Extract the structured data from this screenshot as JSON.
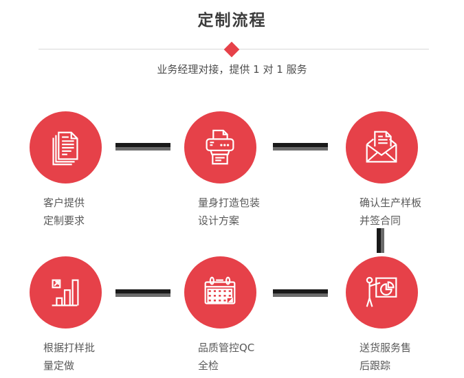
{
  "page": {
    "title": "定制流程",
    "subtitle": "业务经理对接，提供 1 对 1 服务"
  },
  "colors": {
    "accent_red": "#e64149",
    "title_gray": "#3c3c3c",
    "subtitle_gray": "#4d4d4d",
    "label_gray": "#595959",
    "connector_dark": "#191919",
    "connector_gray": "#6a6a6a",
    "divider_gray": "#d9d9d9",
    "icon_stroke": "#ffffff"
  },
  "steps": [
    {
      "icon": "documents-icon",
      "label": "客户提供\n定制要求"
    },
    {
      "icon": "printer-icon",
      "label": "量身打造包装\n设计方案"
    },
    {
      "icon": "envelope-icon",
      "label": "确认生产样板\n并签合同"
    },
    {
      "icon": "bar-chart-icon",
      "label": "根据打样批\n量定做"
    },
    {
      "icon": "calendar-icon",
      "label": "品质管控QC\n全检"
    },
    {
      "icon": "presenter-icon",
      "label": "送货服务售\n后跟踪"
    }
  ],
  "connectors": {
    "horizontal_count": 4,
    "vertical_count": 1
  }
}
